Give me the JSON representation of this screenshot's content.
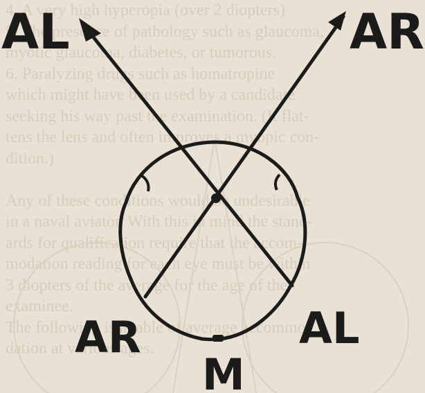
{
  "colors": {
    "paper": "#e9e1d3",
    "ink": "#1b1b1b",
    "bleed_through": "#d6cdbd"
  },
  "labels": {
    "top_left": "AL",
    "top_right": "AR",
    "bottom_left": "AR",
    "bottom_right": "AL",
    "bottom_center": "M"
  },
  "bleed_through_text": {
    "lines": [
      "4. A very high hyperopia (over 2 diopters)",
      "5. The presence of pathology such as glaucoma,",
      "myotic glaucoma, diabetes, or tumorous.",
      "6. Paralyzing drugs such as homatropine",
      "which might have been used by a candidate",
      "seeking his way past the examination. (It flat-",
      "tens the lens and often improves a myopic con-",
      "dition.)",
      "",
      "Any of these conditions would be undesirable",
      "in a naval aviator. With this in mind the stand-",
      "ards for qualification require that the accom-",
      "modation reading for each eye must be within",
      "3 diopters of the average for the age of the",
      "examinee.",
      "The following is a table of average accommo-",
      "dation at various ages."
    ]
  }
}
